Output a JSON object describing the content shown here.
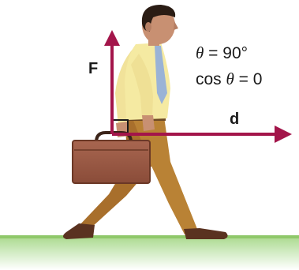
{
  "labels": {
    "force": "F",
    "displacement": "d"
  },
  "equations": {
    "angle_symbol": "θ",
    "angle_value": " = 90°",
    "cos_prefix": "cos ",
    "cos_symbol": "θ",
    "cos_value": " = 0"
  },
  "colors": {
    "vector_arrow": "#a3154a",
    "ground": "#9fd17e",
    "shirt": "#f5eaa2",
    "tie": "#9ab3d6",
    "pants": "#b07a33",
    "briefcase": "#9b5a45",
    "shoes": "#5a3220",
    "skin": "#c89072",
    "hair": "#2a1c14"
  },
  "icons": {
    "person": "walking-man-icon",
    "case": "briefcase-icon"
  }
}
